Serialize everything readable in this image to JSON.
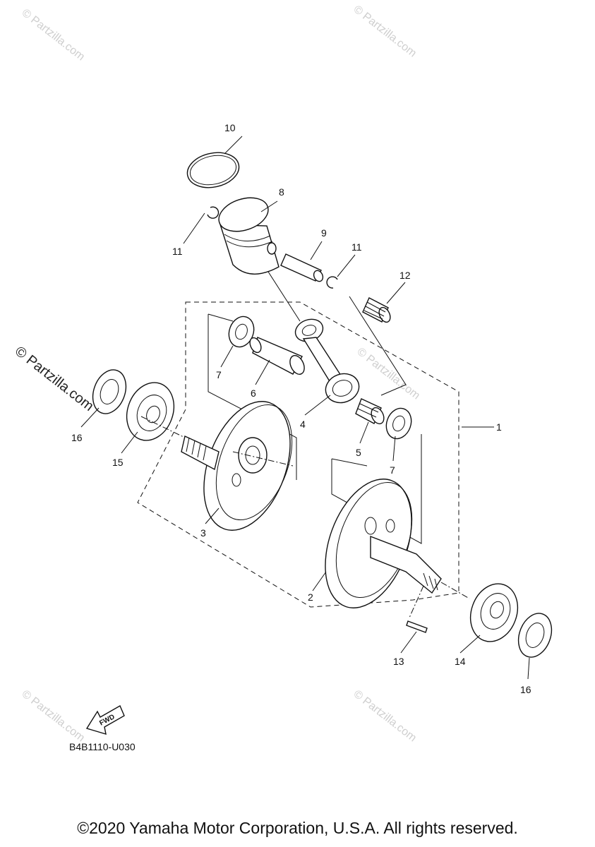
{
  "watermark": "© Partzilla.com",
  "callouts": {
    "c1": "1",
    "c2": "2",
    "c3": "3",
    "c4": "4",
    "c5": "5",
    "c6": "6",
    "c7a": "7",
    "c7b": "7",
    "c8": "8",
    "c9": "9",
    "c10": "10",
    "c11a": "11",
    "c11b": "11",
    "c12": "12",
    "c13": "13",
    "c14": "14",
    "c15": "15",
    "c16a": "16",
    "c16b": "16"
  },
  "fwd_label": "FWD",
  "diagram_code": "B4B1110-U030",
  "copyright": "©2020 Yamaha Motor Corporation, U.S.A. All rights reserved."
}
